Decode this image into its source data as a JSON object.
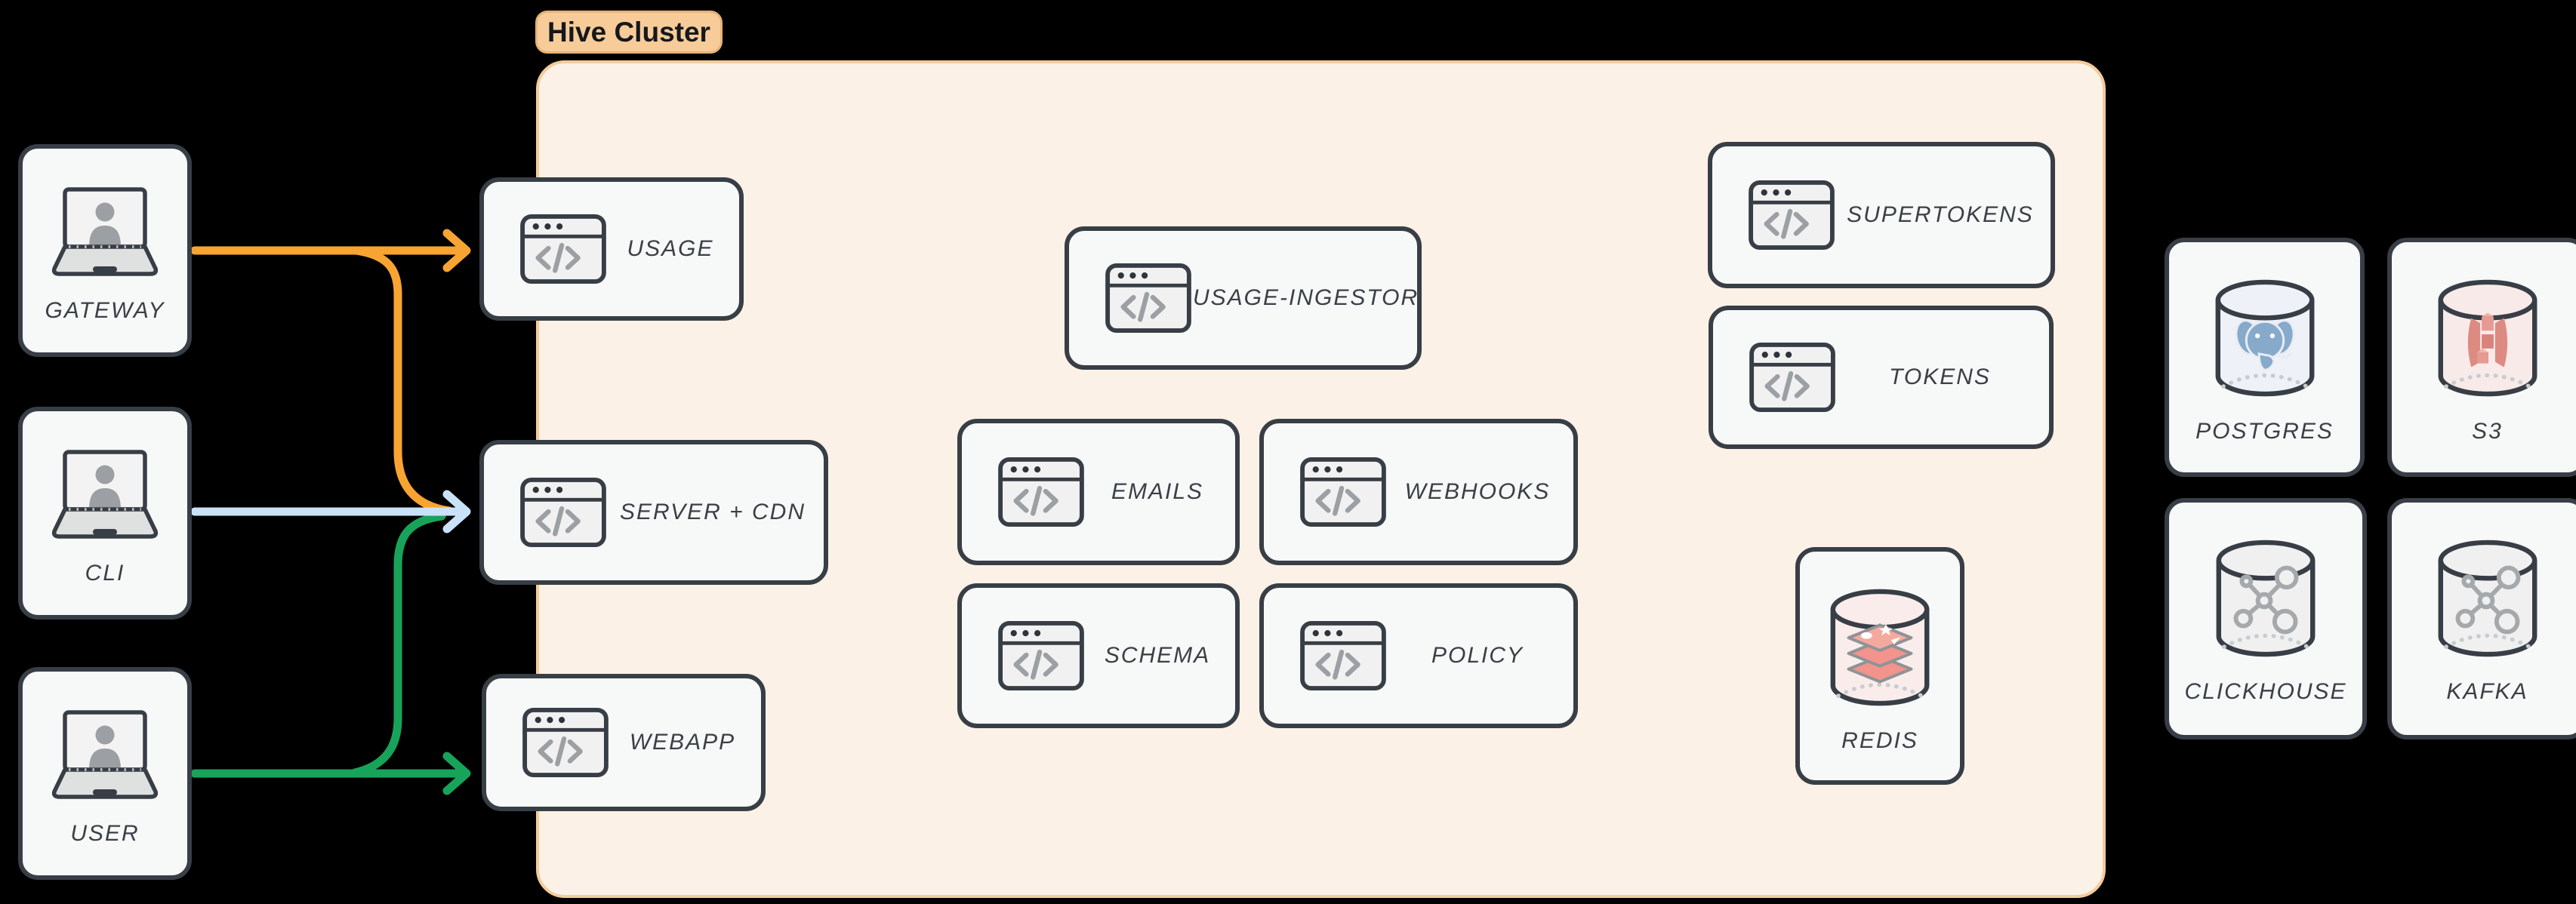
{
  "badge": {
    "label": "Hive Cluster",
    "bg": "#F7CC99",
    "text_color": "#15181C"
  },
  "clients": [
    {
      "id": "gateway",
      "label": "GATEWAY",
      "icon": "laptop-user-icon"
    },
    {
      "id": "cli",
      "label": "CLI",
      "icon": "laptop-user-icon"
    },
    {
      "id": "user",
      "label": "USER",
      "icon": "laptop-user-icon"
    }
  ],
  "cluster_services": [
    {
      "id": "usage",
      "label": "USAGE",
      "icon": "code-window-icon"
    },
    {
      "id": "server-cdn",
      "label": "SERVER + CDN",
      "icon": "code-window-icon"
    },
    {
      "id": "webapp",
      "label": "WEBAPP",
      "icon": "code-window-icon"
    },
    {
      "id": "usage-ingestor",
      "label": "USAGE-INGESTOR",
      "icon": "code-window-icon"
    },
    {
      "id": "emails",
      "label": "EMAILS",
      "icon": "code-window-icon"
    },
    {
      "id": "webhooks",
      "label": "WEBHOOKS",
      "icon": "code-window-icon"
    },
    {
      "id": "schema",
      "label": "SCHEMA",
      "icon": "code-window-icon"
    },
    {
      "id": "policy",
      "label": "POLICY",
      "icon": "code-window-icon"
    },
    {
      "id": "supertokens",
      "label": "SUPERTOKENS",
      "icon": "code-window-icon"
    },
    {
      "id": "tokens",
      "label": "TOKENS",
      "icon": "code-window-icon"
    }
  ],
  "cluster_datastores": [
    {
      "id": "redis",
      "label": "REDIS",
      "icon": "redis-cylinder-icon"
    }
  ],
  "external_datastores": [
    {
      "id": "postgres",
      "label": "POSTGRES",
      "icon": "postgres-cylinder-icon"
    },
    {
      "id": "s3",
      "label": "S3",
      "icon": "s3-cylinder-icon"
    },
    {
      "id": "clickhouse",
      "label": "CLICKHOUSE",
      "icon": "molecule-cylinder-icon"
    },
    {
      "id": "kafka",
      "label": "KAFKA",
      "icon": "molecule-cylinder-icon"
    }
  ],
  "arrows": [
    {
      "id": "gateway-to-usage",
      "from": "GATEWAY",
      "to": "USAGE",
      "color": "#F7A432"
    },
    {
      "id": "gateway-to-server-cdn",
      "from": "GATEWAY",
      "to": "SERVER + CDN",
      "color": "#F7A432"
    },
    {
      "id": "cli-to-server-cdn",
      "from": "CLI",
      "to": "SERVER + CDN",
      "color": "#C9E2F8"
    },
    {
      "id": "user-to-webapp",
      "from": "USER",
      "to": "WEBAPP",
      "color": "#17A45A"
    },
    {
      "id": "user-to-server-cdn",
      "from": "USER",
      "to": "SERVER + CDN",
      "color": "#17A45A"
    }
  ],
  "colors": {
    "background": "#000000",
    "node_fill": "#F7F8F8",
    "node_border": "#383E45",
    "cluster_fill": "#FCF1E7",
    "cluster_border": "#F4CB9C",
    "label_text": "#3A4046"
  }
}
